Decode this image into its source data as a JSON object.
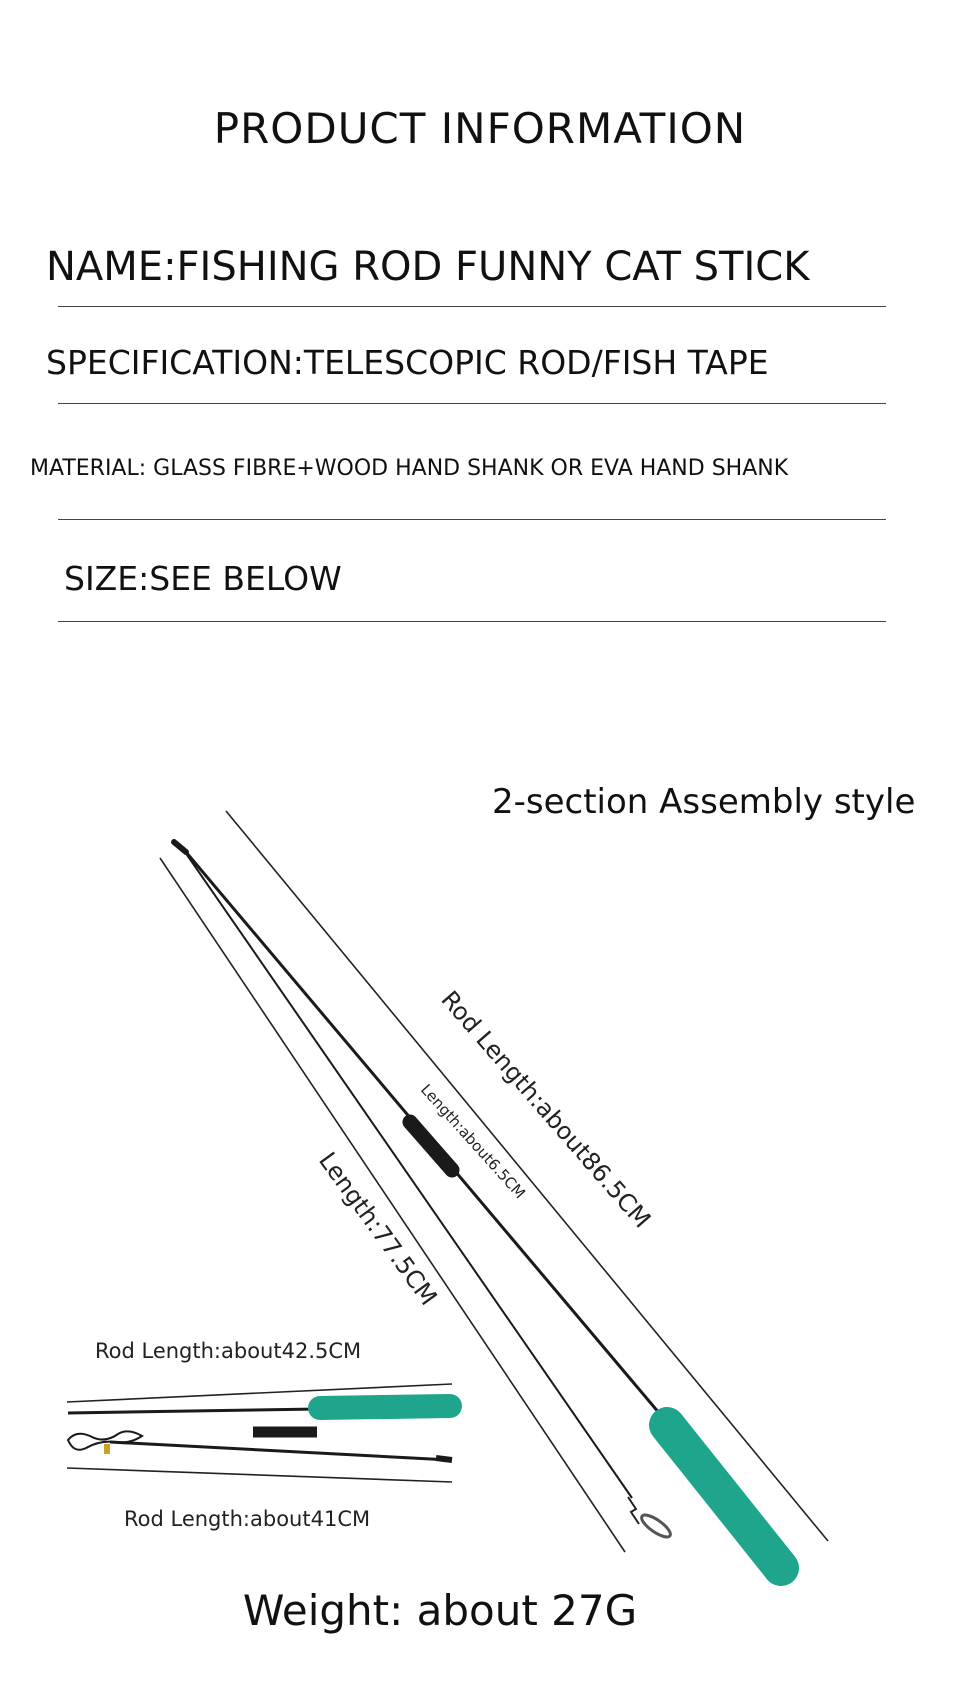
{
  "title": "PRODUCT INFORMATION",
  "specs": {
    "name": "NAME:FISHING ROD FUNNY CAT STICK",
    "specification": "SPECIFICATION:TELESCOPIC ROD/FISH TAPE",
    "material": "MATERIAL: GLASS FIBRE+WOOD HAND SHANK OR EVA HAND SHANK",
    "size": "SIZE:SEE BELOW"
  },
  "diagram": {
    "style_label": "2-section Assembly style",
    "rod_length_long": "Rod Length:about86.5CM",
    "joint_length": "Length:about6.5CM",
    "line_length": "Length:77.5CM",
    "rod_length_short_a": "Rod Length:about42.5CM",
    "rod_length_short_b": "Rod Length:about41CM",
    "handle_color": "#1fa58c",
    "rod_color": "#1a1a1a"
  },
  "weight": "Weight: about 27G"
}
